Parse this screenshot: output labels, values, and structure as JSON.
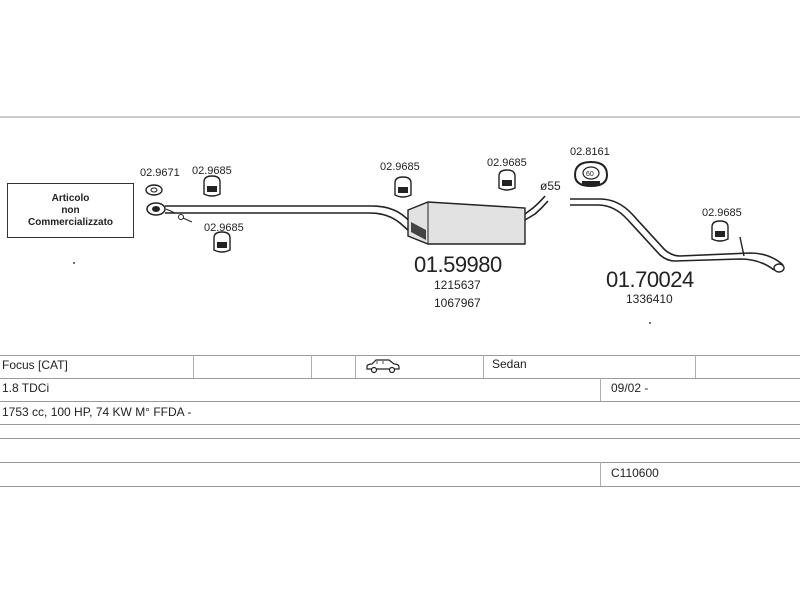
{
  "not_sold_box": {
    "line1": "Articolo",
    "line2": "non",
    "line3": "Commercializzato"
  },
  "part_labels": {
    "gasket_left": "02.9671",
    "clamp_a": "02.9685",
    "clamp_b": "02.9685",
    "clamp_c": "02.9685",
    "clamp_d": "02.9685",
    "clamp_e": "02.9685",
    "ring": "02.8161",
    "ring_size": "60",
    "diameter": "ø55"
  },
  "center_section": {
    "part_number": "01.59980",
    "oem_1": "1215637",
    "oem_2": "1067967"
  },
  "rear_section": {
    "part_number": "01.70024",
    "oem_1": "1336410"
  },
  "vehicle_table": {
    "model": "Focus  [CAT]",
    "body": "Sedan",
    "engine": "1.8 TDCi",
    "date": "09/02 -",
    "spec": "1753 cc, 100 HP, 74 KW M° FFDA -",
    "code": "C110600"
  },
  "icons": {
    "car": "sedan-car-icon"
  }
}
